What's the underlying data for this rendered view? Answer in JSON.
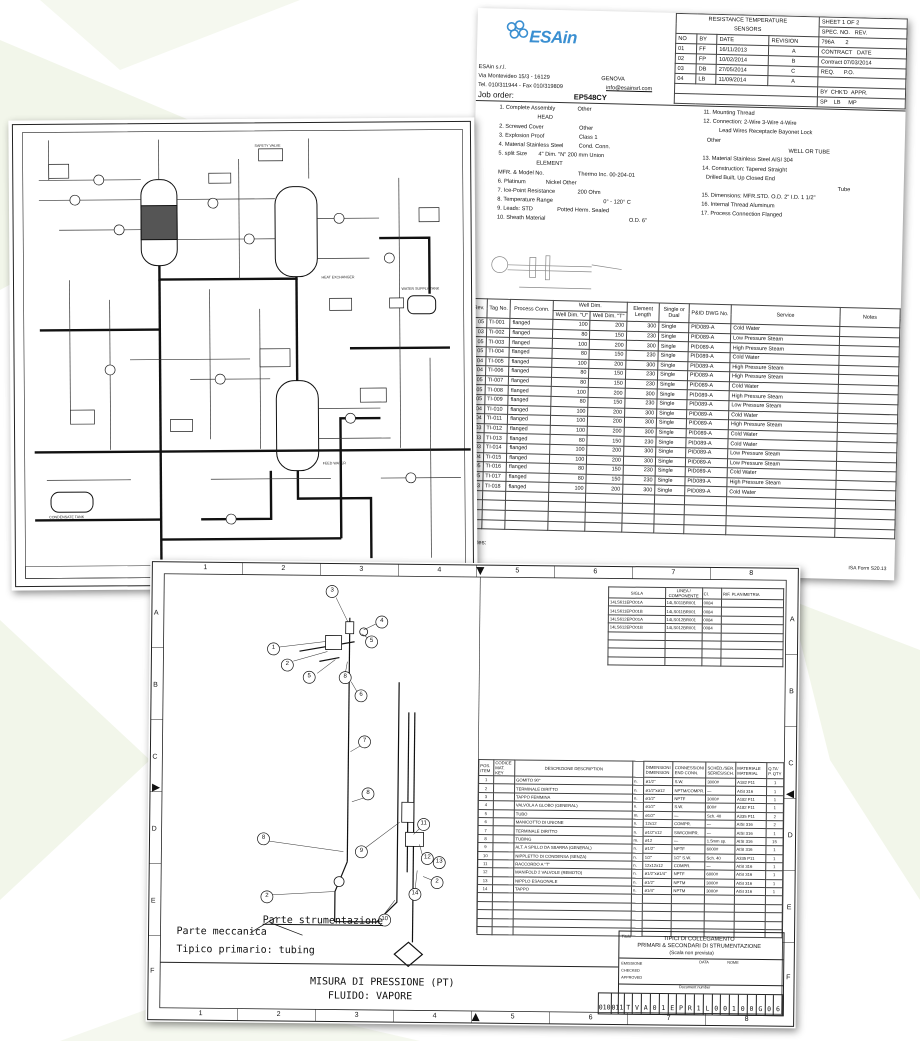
{
  "colors": {
    "background": "#ffffff",
    "accent": "#3a8fd1",
    "ink": "#111111"
  },
  "spec_sheet": {
    "logo": "ESAin",
    "company": "ESAin s.r.l.",
    "address": "Via Montevideo 15/3 - 16129",
    "city": "GENOVA",
    "phone": "Tel. 010/311944 - Fax 010/319809",
    "email": "info@esainsrl.com",
    "job_order_label": "Job order:",
    "job_order": "EP548CY",
    "title_line1": "RESISTANCE TEMPERATURE",
    "title_line2": "SENSORS",
    "sheet_label": "SHEET",
    "sheet_no": "1",
    "of_label": "OF",
    "sheet_total": "2",
    "rev_label": "REV.",
    "spec_no_label": "SPEC. NO.",
    "spec_no": "796A",
    "rev_no": "2",
    "contract_label": "CONTRACT",
    "date_label": "DATE",
    "contract_value": "Contract",
    "contract_date": "07/03/2014",
    "req_label": "REQ.",
    "po_label": "P.O.",
    "by_label": "BY",
    "chkd_label": "CHK'D",
    "appr_label": "APPR.",
    "by_value": "SP",
    "chkd_value": "LB",
    "appr_value": "MP",
    "rev_headers": [
      "NO",
      "BY",
      "DATE",
      "REVISION"
    ],
    "revisions": [
      [
        "01",
        "FF",
        "16/11/2013",
        "A"
      ],
      [
        "02",
        "FP",
        "10/02/2014",
        "B"
      ],
      [
        "03",
        "DB",
        "27/05/2014",
        "C"
      ],
      [
        "04",
        "LB",
        "11/09/2014",
        "A"
      ]
    ],
    "left_fields": [
      "1. Complete Assembly",
      "HEAD",
      "2. Screwed Cover",
      "3. Explosion Proof",
      "4. Material  Stainless Steel",
      "5. split Size",
      "ELEMENT",
      "MFR. & Model No.",
      "6. Platinum",
      "7. Ice-Point Resistance",
      "8. Temperature Range",
      "9. Leads:  STD",
      "10. Sheath Material"
    ],
    "left_values": [
      "Other",
      "Other",
      "Class   1",
      "Cond. Conn.",
      "4\" Dim. \"N\"  200 mm   Union",
      "Thermo Inc.   00-204-01",
      "Nickel   Other",
      "200 Ohm",
      "0° - 120° C",
      "Potted   Herm. Sealed",
      "O.D. 6\""
    ],
    "right_fields": [
      "11. Mounting Thread",
      "12. Connection:  2-Wire      3-Wire      4-Wire",
      "Lead Wires     Receptacle     Bayonet Lock",
      "Other",
      "WELL OR TUBE",
      "13.   Material  Stainless Steel AISI 304",
      "14. Construction:   Tapered     Straight",
      "Drilled      Built, Up      Closed End",
      "Tube",
      "15. Dimensions: MFR.STD.    O.D. 2\"     I.D.  1 1/2\"",
      "16. Internal Thread     Aluminum",
      "17. Process Connection   Flanged"
    ],
    "table_headers": [
      "Rev.",
      "Tag No.",
      "Process Conn.",
      "Well Dim. \"U\"",
      "Well Dim. \"T\"",
      "Element Length",
      "Single or Dual",
      "P&ID DWG No.",
      "Service",
      "Notes"
    ],
    "well_dim_label": "Well Dim.",
    "rows": [
      [
        "05",
        "TI-001",
        "flanged",
        "100",
        "200",
        "300",
        "Single",
        "PID089-A",
        "Cold Water"
      ],
      [
        "03",
        "TI-002",
        "flanged",
        "80",
        "150",
        "230",
        "Single",
        "PID089-A",
        "Low Pressure Steam"
      ],
      [
        "05",
        "TI-003",
        "flanged",
        "100",
        "200",
        "300",
        "Single",
        "PID089-A",
        "High Pressure Steam"
      ],
      [
        "05",
        "TI-004",
        "flanged",
        "80",
        "150",
        "230",
        "Single",
        "PID089-A",
        "Cold Water"
      ],
      [
        "04",
        "TI-005",
        "flanged",
        "100",
        "200",
        "300",
        "Single",
        "PID089-A",
        "High Pressure Steam"
      ],
      [
        "04",
        "TI-006",
        "flanged",
        "80",
        "150",
        "230",
        "Single",
        "PID089-A",
        "High Pressure Steam"
      ],
      [
        "05",
        "TI-007",
        "flanged",
        "80",
        "150",
        "230",
        "Single",
        "PID089-A",
        "Cold Water"
      ],
      [
        "05",
        "TI-008",
        "flanged",
        "100",
        "200",
        "300",
        "Single",
        "PID089-A",
        "High Pressure Steam"
      ],
      [
        "05",
        "TI-009",
        "flanged",
        "80",
        "150",
        "230",
        "Single",
        "PID089-A",
        "Low Pressure Steam"
      ],
      [
        "04",
        "TI-010",
        "flanged",
        "100",
        "200",
        "300",
        "Single",
        "PID089-A",
        "Cold Water"
      ],
      [
        "04",
        "TI-011",
        "flanged",
        "100",
        "200",
        "300",
        "Single",
        "PID089-A",
        "High Pressure Steam"
      ],
      [
        "03",
        "TI-012",
        "flanged",
        "100",
        "200",
        "300",
        "Single",
        "PID089-A",
        "Cold Water"
      ],
      [
        "03",
        "TI-013",
        "flanged",
        "80",
        "150",
        "230",
        "Single",
        "PID089-A",
        "Cold Water"
      ],
      [
        "03",
        "TI-014",
        "flanged",
        "100",
        "200",
        "300",
        "Single",
        "PID089-A",
        "Low Pressure Steam"
      ],
      [
        "04",
        "TI-015",
        "flanged",
        "100",
        "200",
        "300",
        "Single",
        "PID089-A",
        "Low Pressure Steam"
      ],
      [
        "05",
        "TI-016",
        "flanged",
        "80",
        "150",
        "230",
        "Single",
        "PID089-A",
        "Cold Water"
      ],
      [
        "05",
        "TI-017",
        "flanged",
        "80",
        "150",
        "230",
        "Single",
        "PID089-A",
        "High Pressure Steam"
      ],
      [
        "03",
        "TI-018",
        "flanged",
        "100",
        "200",
        "300",
        "Single",
        "PID089-A",
        "Cold Water"
      ]
    ],
    "notes_label": "Notes:",
    "form_label": "ISA Form S20.13"
  },
  "drawing": {
    "col_numbers": [
      "1",
      "2",
      "3",
      "4",
      "5",
      "6",
      "7",
      "8"
    ],
    "row_letters": [
      "A",
      "B",
      "C",
      "D",
      "E",
      "F"
    ],
    "sigla_headers": [
      "SIGLA",
      "LINEA / COMPONENTE",
      "Cl.",
      "RIF. PLANIMETRIA"
    ],
    "sigla_rows": [
      [
        "14LS611EPO01A",
        "14LS011BR001",
        "0084"
      ],
      [
        "14LS611EPO01B",
        "14LS011BR001",
        "0084"
      ],
      [
        "14LS612EPO01A",
        "14LS012BR001",
        "0084"
      ],
      [
        "14LS612EPO01B",
        "14LS012BR001",
        "0084"
      ]
    ],
    "bom_headers": [
      "POS. ITEM",
      "CODICE MAT. KEY",
      "DESCRIZIONE DESCRIPTION",
      "",
      "DIMENSIONI DIMENSION",
      "CONNESSIONI END CONN.",
      "SCHED./SER. SERIES/SCH.",
      "MATERIALE MATERIAL",
      "Q.TA' P. QTY"
    ],
    "bom_rows": [
      [
        "1",
        "",
        "GOMITO 90°",
        "n.",
        "ø1/2\"",
        "S.W.",
        "3000#",
        "A182 F11",
        "1"
      ],
      [
        "2",
        "",
        "TERMINALE DIRITTO",
        "n.",
        "ø1/2\"xø12",
        "NPTM/COMPR.",
        "—",
        "AISI 316",
        "1"
      ],
      [
        "3",
        "",
        "TAPPO FEMMINA",
        "n.",
        "ø1/2\"",
        "NPTF",
        "3000#",
        "A182 F11",
        "1"
      ],
      [
        "4",
        "",
        "VALVOLA A GLOBO (GENERAL)",
        "n.",
        "ø1/2\"",
        "S.W.",
        "800#",
        "A182 F11",
        "1"
      ],
      [
        "5",
        "",
        "TUBO",
        "m.",
        "ø1/2\"",
        "—",
        "Sch. 40",
        "A335 P11",
        "2"
      ],
      [
        "6",
        "",
        "MANICOTTO DI UNIONE",
        "n.",
        "12x12",
        "COMPR.",
        "—",
        "AISI 316",
        "2"
      ],
      [
        "7",
        "",
        "TERMINALE DIRITTO",
        "n.",
        "ø1/2\"x12",
        "SW/COMPR.",
        "—",
        "AISI 316",
        "1"
      ],
      [
        "8",
        "",
        "TUBING",
        "m.",
        "ø12",
        "—",
        "1.5mm sp.",
        "AISI 316",
        "15"
      ],
      [
        "9",
        "",
        "ALT. A SPILLO DA SBARRA (GENERAL)",
        "n.",
        "ø1/2\"",
        "NPTF",
        "6000#",
        "AISI 316",
        "1"
      ],
      [
        "10",
        "",
        "NIPPLETTO DI CONDENSA (SENZA)",
        "n.",
        "1/2\"",
        "1/2\" S.W.",
        "Sch. 40",
        "A335 P11",
        "1"
      ],
      [
        "11",
        "",
        "RACCORDO A \"T\"",
        "n.",
        "12x12x12",
        "COMPR.",
        "—",
        "AISI 316",
        "1"
      ],
      [
        "12",
        "",
        "MANIFOLD 2 VALVOLE (REMOTO)",
        "n.",
        "ø1/2\"xø1/4\"",
        "NPTF",
        "6000#",
        "AISI 316",
        "1"
      ],
      [
        "13",
        "",
        "NIPPLO ESAGONALE",
        "n.",
        "ø1/2\"",
        "NPTM",
        "3000#",
        "AISI 316",
        "1"
      ],
      [
        "14",
        "",
        "TAPPO",
        "n.",
        "ø1/4\"",
        "NPTM",
        "3000#",
        "AISI 316",
        "1"
      ]
    ],
    "bubbles": [
      "1",
      "2",
      "3",
      "4",
      "5",
      "5",
      "6",
      "7",
      "8",
      "8",
      "8",
      "9",
      "10",
      "11",
      "12",
      "13",
      "14",
      "2",
      "2"
    ],
    "parte_meccanica": "Parte meccanica",
    "parte_strumentazione": "Parte strumentazione",
    "tipico": "Tipico primario: tubing",
    "main_title_1": "MISURA DI PRESSIONE (PT)",
    "main_title_2": "FLUIDO: VAPORE",
    "tb_label": "Titolo",
    "tb_title_1": "TIPICI DI COLLEGAMENTO",
    "tb_title_2": "PRIMARI & SECONDARI DI STRUMENTAZIONE",
    "tb_title_3": "(Scala non prevista)",
    "tb_meta": [
      "EMISSIONE",
      "CHECKED",
      "APPROVED",
      "DATA",
      "NOME"
    ],
    "document_number_label": "Document number",
    "code_cells": [
      "010",
      "011",
      "T",
      "V",
      "A",
      "0",
      "1",
      "E",
      "P",
      "R",
      "1",
      "L",
      "0",
      "0",
      "1",
      "0",
      "0",
      "G",
      "0",
      "6"
    ]
  },
  "pid": {
    "tags": [
      "CONDENSATE TANK",
      "WATER SUPPLY TANK",
      "SAFETY VALVE",
      "HEAT EXCHANGER",
      "FEED WATER"
    ]
  }
}
